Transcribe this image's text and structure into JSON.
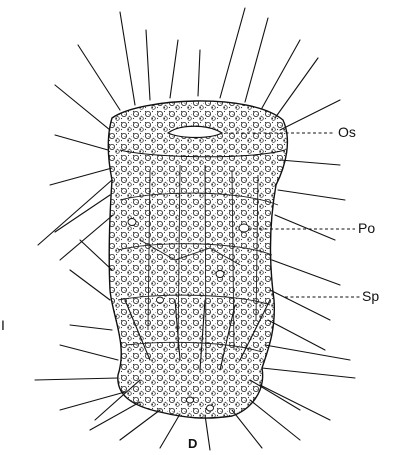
{
  "figure": {
    "panel_letter": "D",
    "edge_mark": "I",
    "labels": [
      {
        "key": "os",
        "text": "Os"
      },
      {
        "key": "po",
        "text": "Po"
      },
      {
        "key": "sp",
        "text": "Sp"
      }
    ]
  },
  "colors": {
    "ink": "#111111",
    "paper": "#ffffff"
  }
}
